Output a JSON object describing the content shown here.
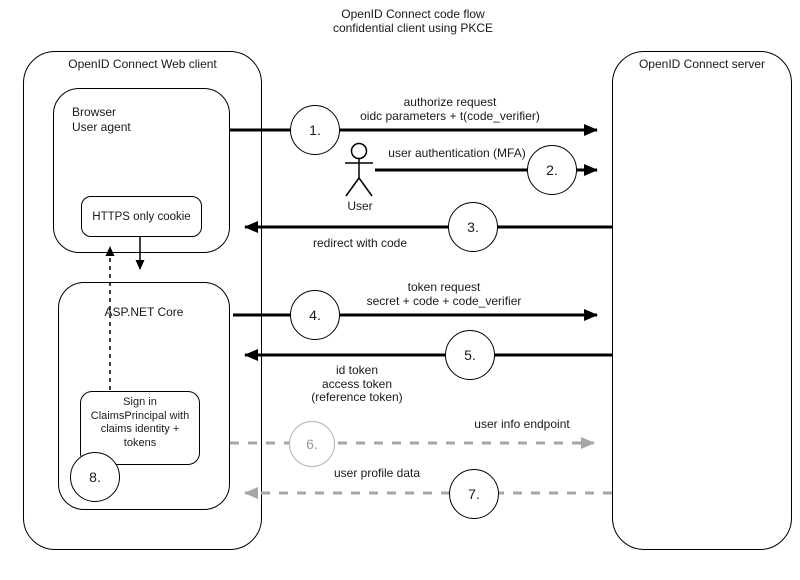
{
  "title": {
    "line1": "OpenID Connect code flow",
    "line2": "confidential client using PKCE"
  },
  "client_box": {
    "label": "OpenID Connect Web client"
  },
  "server_box": {
    "label": "OpenID Connect server"
  },
  "browser_box": {
    "line1": "Browser",
    "line2": "User agent"
  },
  "cookie_box": {
    "label": "HTTPS only cookie"
  },
  "aspnet_box": {
    "label": "ASP.NET Core"
  },
  "signin_box": {
    "line1": "Sign in",
    "line2": "ClaimsPrincipal with",
    "line3": "claims identity +",
    "line4": "tokens"
  },
  "actor": {
    "label": "User"
  },
  "steps": {
    "s1": {
      "num": "1.",
      "label1": "authorize request",
      "label2": "oidc parameters + t(code_verifier)"
    },
    "s2": {
      "num": "2.",
      "label": "user authentication (MFA)"
    },
    "s3": {
      "num": "3.",
      "label": "redirect with code"
    },
    "s4": {
      "num": "4.",
      "label1": "token request",
      "label2": "secret + code + code_verifier"
    },
    "s5": {
      "num": "5.",
      "label1": "id token",
      "label2": "access token",
      "label3": "(reference token)"
    },
    "s6": {
      "num": "6.",
      "label": "user info endpoint"
    },
    "s7": {
      "num": "7.",
      "label": "user profile data"
    },
    "s8": {
      "num": "8."
    }
  },
  "colors": {
    "stroke": "#000000",
    "dashed_stroke": "#a6a6a6",
    "muted_circle_border": "#b3b3b3",
    "text": "#1a1a1a"
  }
}
